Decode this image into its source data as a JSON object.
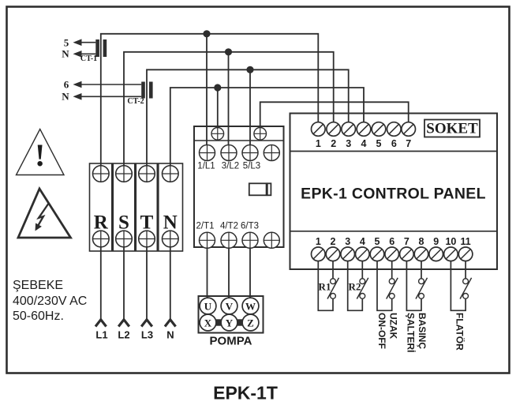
{
  "diagram_title": "EPK-1T",
  "warning_icons": {
    "exclamation": "!"
  },
  "supply": {
    "line1": "ŞEBEKE",
    "line2": "400/230V AC",
    "line3": "50-60Hz."
  },
  "current_transformers": {
    "ct1": {
      "name": "CT-1",
      "secondary_top": "5",
      "secondary_bottom": "N"
    },
    "ct2": {
      "name": "CT-2",
      "secondary_top": "6",
      "secondary_bottom": "N"
    }
  },
  "mains_terminal_block": {
    "phases": [
      "R",
      "S",
      "T",
      "N"
    ]
  },
  "supply_lines": [
    "L1",
    "L2",
    "L3",
    "N"
  ],
  "contactor": {
    "line_terminals": [
      "1/L1",
      "3/L2",
      "5/L3"
    ],
    "load_terminals": [
      "2/T1",
      "4/T2",
      "6/T3"
    ]
  },
  "pump": {
    "name": "POMPA",
    "terminals_top": [
      "U",
      "V",
      "W"
    ],
    "terminals_bottom": [
      "X",
      "Y",
      "Z"
    ]
  },
  "control_panel": {
    "name": "EPK-1 CONTROL PANEL",
    "socket": "SOKET",
    "top_terminals": [
      "1",
      "2",
      "3",
      "4",
      "5",
      "6",
      "7"
    ],
    "bottom_terminals": [
      "1",
      "2",
      "3",
      "4",
      "5",
      "6",
      "7",
      "8",
      "9",
      "10",
      "11"
    ]
  },
  "external_contacts": {
    "relay1": "R1",
    "relay2": "R2",
    "remote_switch": "UZAK\nON-OFF",
    "pressure_switch": "BASINÇ\nŞALTERİ",
    "float_switch": "FLATÖR"
  }
}
